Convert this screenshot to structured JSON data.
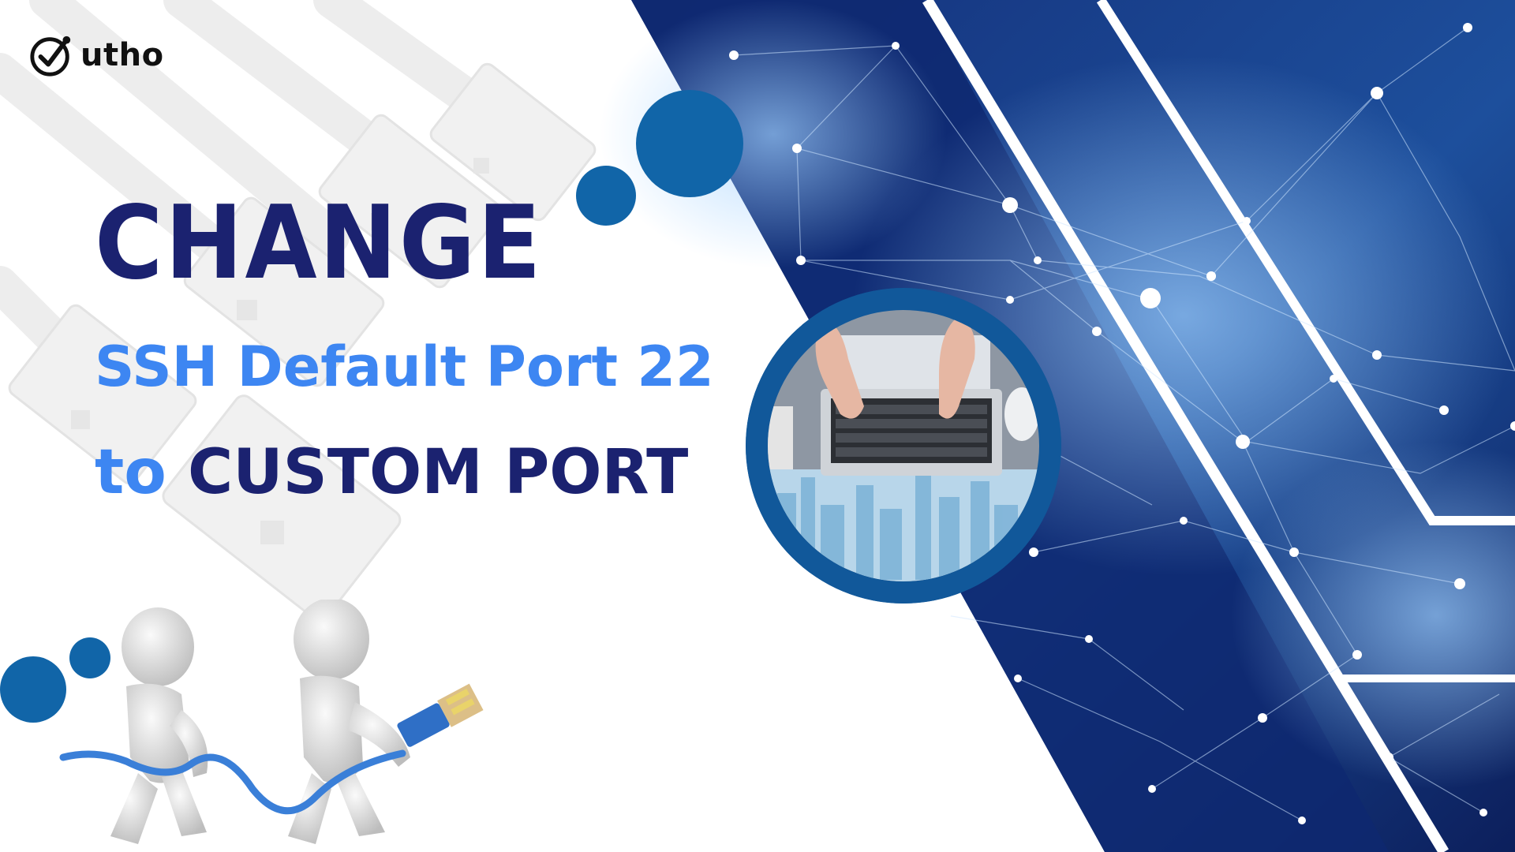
{
  "brand": {
    "logo_text": "utho",
    "logo_icon": "check-circle-icon"
  },
  "headline": {
    "line1": "CHANGE",
    "line2": "SSH Default Port 22",
    "line3_prefix": "to",
    "line3_main": "CUSTOM PORT"
  },
  "colors": {
    "navy": "#1b2270",
    "accent_blue": "#3d86f2",
    "dot_blue": "#1165a8",
    "panel_dark": "#0b1f5e"
  },
  "images": {
    "left_background": "ethernet-cables-illustration",
    "center_photo": "laptop-typing-photo",
    "right_background": "network-constellation-illustration",
    "bottom_left": "figures-carrying-cable-illustration"
  }
}
